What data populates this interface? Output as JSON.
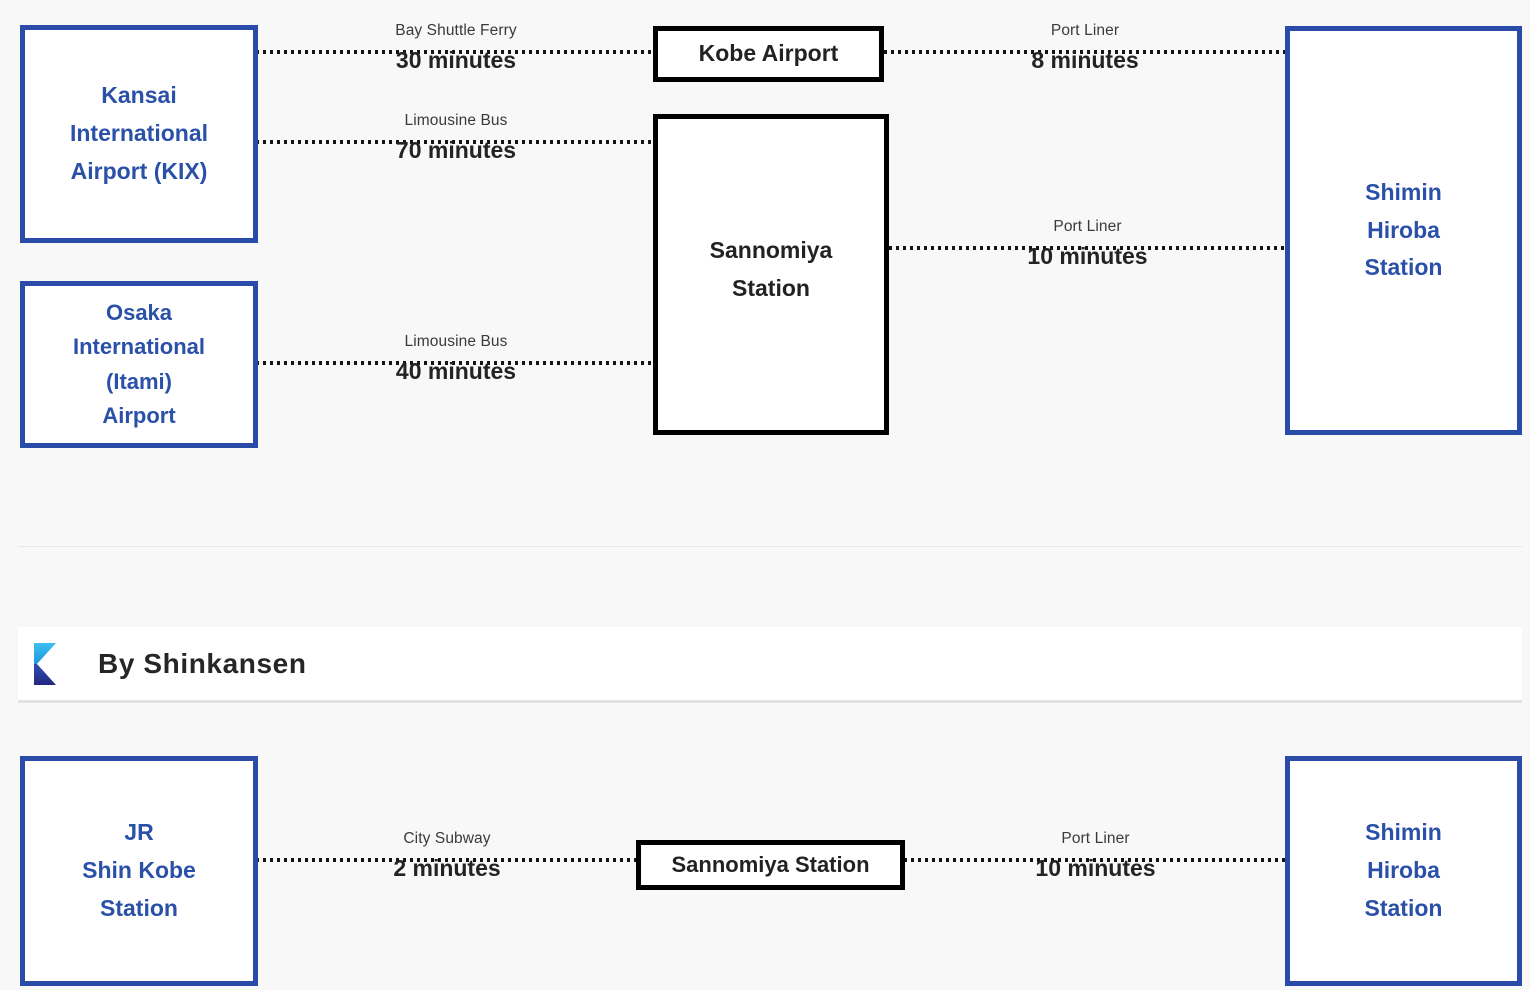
{
  "page": {
    "background_color": "#f8f8f8",
    "blue_accent": "#2b4ba8",
    "black_accent": "#000000",
    "icon_top_color": "#29abe2",
    "icon_bottom_color": "#2e3192"
  },
  "air_section": {
    "origins": [
      {
        "id": "kix",
        "lines": [
          "Kansai",
          "International",
          "Airport (KIX)"
        ]
      },
      {
        "id": "itami",
        "lines": [
          "Osaka",
          "International",
          "(Itami)",
          "Airport"
        ]
      }
    ],
    "hubs": [
      {
        "id": "kobe-airport",
        "lines": [
          "Kobe Airport"
        ]
      },
      {
        "id": "sannomiya",
        "lines": [
          "Sannomiya",
          "Station"
        ]
      }
    ],
    "destination": {
      "id": "shimin-hiroba",
      "lines": [
        "Shimin",
        "Hiroba",
        "Station"
      ]
    },
    "edges": [
      {
        "id": "kix-kobe-airport",
        "mode": "Bay Shuttle Ferry",
        "duration": "30 minutes"
      },
      {
        "id": "kix-sannomiya",
        "mode": "Limousine Bus",
        "duration": "70 minutes"
      },
      {
        "id": "itami-sannomiya",
        "mode": "Limousine Bus",
        "duration": "40 minutes"
      },
      {
        "id": "kobe-airport-shimin",
        "mode": "Port Liner",
        "duration": "8 minutes"
      },
      {
        "id": "sannomiya-shimin",
        "mode": "Port Liner",
        "duration": "10 minutes"
      }
    ]
  },
  "shinkansen_section": {
    "header": {
      "title": "By Shinkansen",
      "icon": "shinkansen-bowtie-icon"
    },
    "origin": {
      "id": "shin-kobe",
      "lines": [
        "JR",
        "Shin Kobe",
        "Station"
      ]
    },
    "hub": {
      "id": "sannomiya-2",
      "lines": [
        "Sannomiya Station"
      ]
    },
    "destination": {
      "id": "shimin-hiroba-2",
      "lines": [
        "Shimin",
        "Hiroba",
        "Station"
      ]
    },
    "edges": [
      {
        "id": "shinkobe-sannomiya",
        "mode": "City Subway",
        "duration": "2 minutes"
      },
      {
        "id": "sannomiya-shimin-2",
        "mode": "Port Liner",
        "duration": "10 minutes"
      }
    ]
  }
}
